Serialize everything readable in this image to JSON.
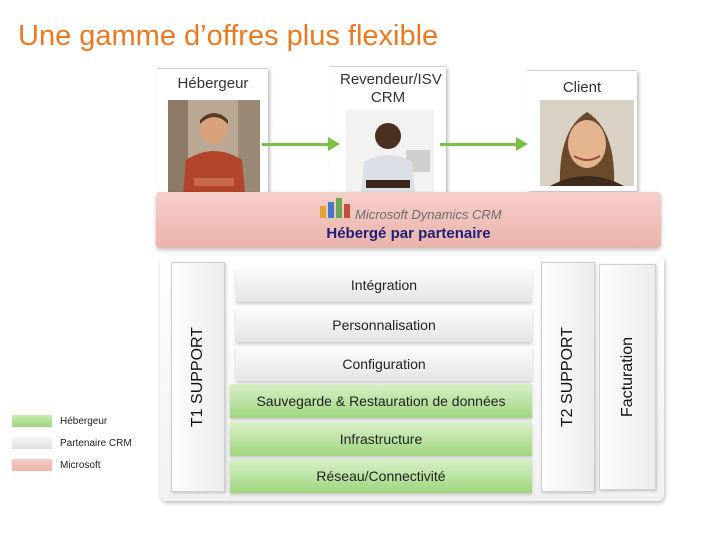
{
  "title": "Une gamme d’offres plus flexible",
  "roles": {
    "hebergeur": "Hébergeur",
    "revendeur": "Revendeur/ISV CRM",
    "client": "Client"
  },
  "band": {
    "logo": "Microsoft Dynamics CRM",
    "label": "Hébergé par partenaire"
  },
  "supports": {
    "t1": "T1 SUPPORT",
    "t2": "T2 SUPPORT",
    "billing": "Facturation"
  },
  "layers": [
    "Intégration",
    "Personnalisation",
    "Configuration",
    "Sauvegarde & Restauration de données",
    "Infrastructure",
    "Réseau/Connectivité"
  ],
  "legend": [
    {
      "label": "Hébergeur",
      "color": "#9ed67e"
    },
    {
      "label": "Partenaire CRM",
      "color": "#e6e6e6"
    },
    {
      "label": "Microsoft",
      "color": "#eab3ab"
    }
  ],
  "colors": {
    "title": "#ea7a22",
    "arrow": "#79c043",
    "band_text": "#1f1f78"
  }
}
